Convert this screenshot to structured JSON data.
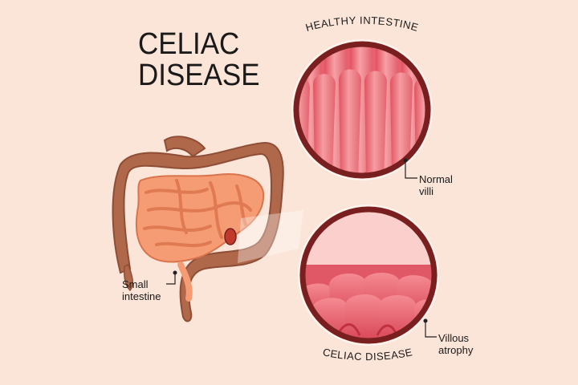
{
  "title": {
    "line1": "CELIAC",
    "line2": "DISEASE"
  },
  "top_circle": {
    "caption": "HEALTHY INTESTINE"
  },
  "bottom_circle": {
    "caption": "CELIAC DISEASE"
  },
  "labels": {
    "normal_villi": {
      "line1": "Normal",
      "line2": "villi"
    },
    "villous_atrophy": {
      "line1": "Villous",
      "line2": "atrophy"
    },
    "small_intestine": {
      "line1": "Small",
      "line2": "intestine"
    }
  },
  "colors": {
    "background": "#fbe4d8",
    "large_intestine": "#b0684a",
    "small_intestine": "#f59c74",
    "circle_rim": "#7a1f1f",
    "villi": "#f07882",
    "text": "#1a1a1a"
  }
}
